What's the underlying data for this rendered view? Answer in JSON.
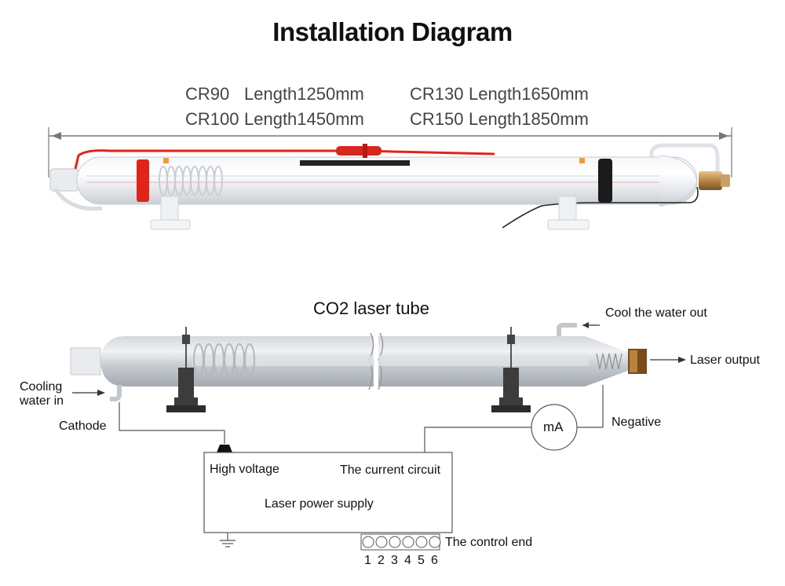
{
  "title": "Installation Diagram",
  "specs": [
    {
      "model": "CR90",
      "length": "Length1250mm"
    },
    {
      "model": "CR100",
      "length": "Length1450mm"
    },
    {
      "model": "CR130",
      "length": "Length1650mm"
    },
    {
      "model": "CR150",
      "length": "Length1850mm"
    }
  ],
  "diagram": {
    "subtitle": "CO2 laser tube",
    "labels": {
      "cool_water_out": "Cool the water out",
      "laser_output": "Laser output",
      "cooling_water_in_1": "Cooling",
      "cooling_water_in_2": "water in",
      "cathode": "Cathode",
      "negative": "Negative",
      "meter": "mA",
      "high_voltage": "High voltage",
      "current_circuit": "The current circuit",
      "power_supply": "Laser power supply",
      "control_end": "The control end"
    },
    "terminals": [
      "1",
      "2",
      "3",
      "4",
      "5",
      "6"
    ]
  },
  "colors": {
    "red_accent": "#e2231a",
    "glass": "#d9dde2",
    "line": "#555555"
  }
}
